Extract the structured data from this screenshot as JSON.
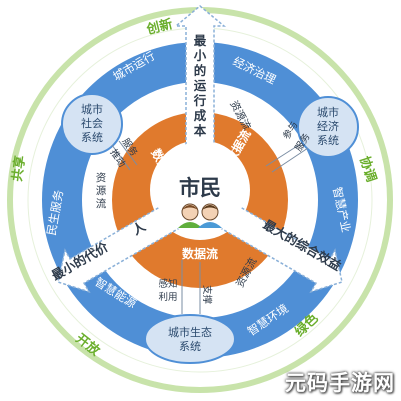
{
  "outer_ring": {
    "top": "创新",
    "right": "协调",
    "bottom_right": "绿色",
    "bottom_left": "开放",
    "left": "共享"
  },
  "blue_ring": {
    "city_ops": "城市运行",
    "economic_gov": "经济治理",
    "smart_industry": "智慧产业",
    "smart_env": "智慧环境",
    "smart_energy": "智慧能源",
    "livelihood": "民生服务"
  },
  "systems": {
    "social": [
      "城市",
      "社会",
      "系统"
    ],
    "economic": [
      "城市",
      "经济",
      "系统"
    ],
    "ecology": [
      "城市生态",
      "系统"
    ]
  },
  "arrows": {
    "top": [
      "最",
      "小",
      "的",
      "运",
      "行",
      "成",
      "本"
    ],
    "left": "最小的代价",
    "left_head": "人",
    "right": "最大的综合效益"
  },
  "resource_flow": "资源流",
  "links": {
    "social": [
      "服务",
      "推动"
    ],
    "economic": [
      "参与",
      "服务"
    ],
    "ecology_left": [
      "感知",
      "利用"
    ],
    "ecology_right": "支撑"
  },
  "data_flow": "数据流",
  "center": {
    "title": "市民"
  },
  "colors": {
    "green": "#7ab93b",
    "blue": "#4f8fd6",
    "orange": "#e07a2d",
    "bubble": "#d5e3f3"
  },
  "watermark": "元码手游网"
}
